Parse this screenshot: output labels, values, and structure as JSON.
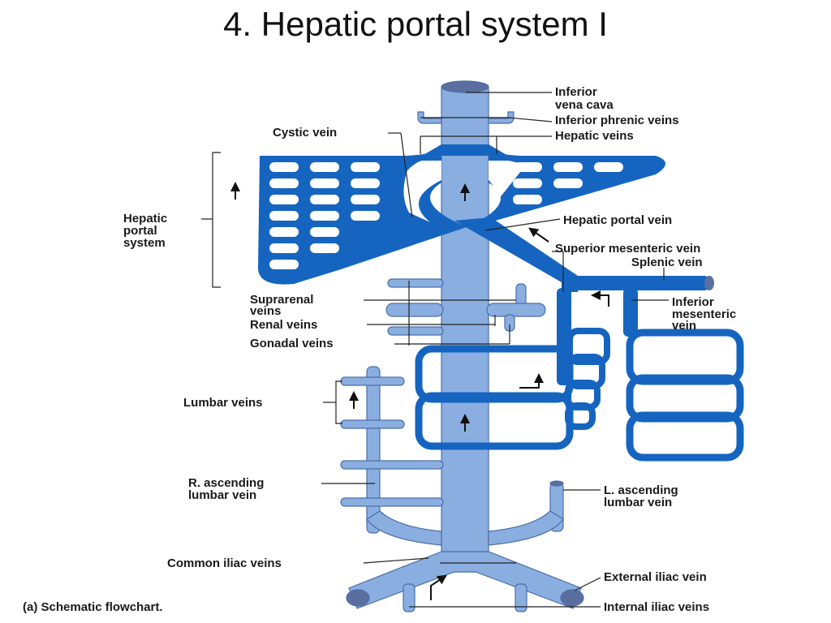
{
  "title": "4. Hepatic portal system I",
  "caption": "(a) Schematic flowchart.",
  "colors": {
    "vein_light": "#8aaee0",
    "vein_dark": "#1565c0",
    "vein_outline": "#4a6ea8",
    "vein_end": "#5a6fa0"
  },
  "labels": {
    "ivc_line1": "Inferior",
    "ivc_line2": "vena cava",
    "inferior_phrenic": "Inferior phrenic veins",
    "hepatic_veins": "Hepatic veins",
    "cystic_vein": "Cystic vein",
    "hps_line1": "Hepatic",
    "hps_line2": "portal",
    "hps_line3": "system",
    "hepatic_portal_vein": "Hepatic portal vein",
    "superior_mesenteric": "Superior mesenteric vein",
    "splenic_vein": "Splenic vein",
    "inferior_mesenteric_line1": "Inferior",
    "inferior_mesenteric_line2": "mesenteric",
    "inferior_mesenteric_line3": "vein",
    "suprarenal_line1": "Suprarenal",
    "suprarenal_line2": "veins",
    "renal_veins": "Renal veins",
    "gonadal_veins": "Gonadal veins",
    "lumbar_veins": "Lumbar veins",
    "r_ascending_line1": "R. ascending",
    "r_ascending_line2": "lumbar vein",
    "l_ascending_line1": "L. ascending",
    "l_ascending_line2": "lumbar vein",
    "common_iliac": "Common iliac veins",
    "external_iliac": "External iliac vein",
    "internal_iliac": "Internal iliac veins"
  }
}
